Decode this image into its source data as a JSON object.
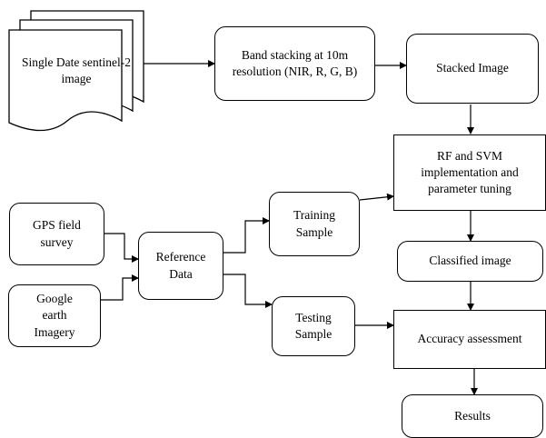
{
  "nodes": {
    "single_date": "Single Date sentinel-2 image",
    "band_stacking": "Band stacking at 10m resolution (NIR, R, G, B)",
    "stacked_image": "Stacked Image",
    "rf_svm": "RF and SVM implementation and parameter tuning",
    "gps_survey": "GPS field survey",
    "google_earth": "Google earth Imagery",
    "reference_data": "Reference Data",
    "training_sample": "Training Sample",
    "testing_sample": "Testing Sample",
    "classified_image": "Classified image",
    "accuracy_assessment": "Accuracy assessment",
    "results": "Results"
  }
}
